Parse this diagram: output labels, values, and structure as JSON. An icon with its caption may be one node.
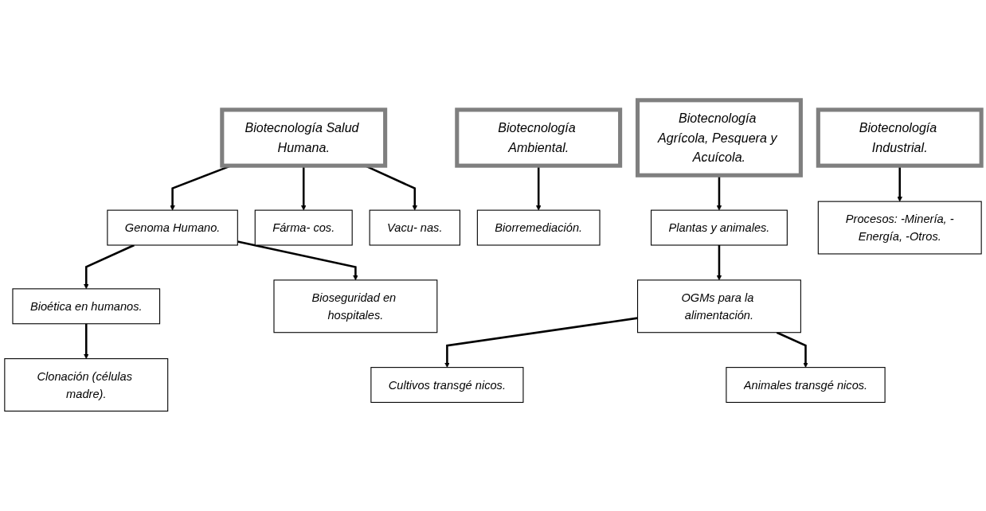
{
  "diagram": {
    "nodes": [
      {
        "text": [
          "Biotecnología Salud Humana."
        ]
      },
      {
        "text": [
          "Genoma Humano."
        ]
      },
      {
        "text": [
          "Fárma- cos."
        ]
      },
      {
        "text": [
          "Vacu- nas."
        ]
      },
      {
        "text": [
          "Biotecnología Ambiental."
        ]
      },
      {
        "text": [
          "Biorremediación."
        ]
      },
      {
        "text": [
          "Biotecnología Agrícola, Pesquera y Acuícola."
        ]
      },
      {
        "text": [
          "Plantas y animales."
        ]
      },
      {
        "text": [
          "Bioética en humanos."
        ]
      },
      {
        "text": [
          "Clonación (células madre)."
        ]
      },
      {
        "text": [
          "Bioseguridad en hospitales."
        ]
      },
      {
        "text": [
          "Biotecnología Industrial."
        ]
      },
      {
        "text": [
          "Procesos: -Minería, -Energía, -Otros."
        ]
      },
      {
        "text": [
          "OGMs para la alimentación."
        ]
      },
      {
        "text": [
          "Cultivos transgé nicos."
        ]
      },
      {
        "text": [
          "Animales transgé nicos."
        ]
      }
    ],
    "edges": [
      {
        "from": 0,
        "to": 1,
        "arrow": "to"
      },
      {
        "from": 0,
        "to": 2,
        "arrow": "to"
      },
      {
        "from": 0,
        "to": 3,
        "arrow": "to"
      },
      {
        "from": 4,
        "to": 5,
        "arrow": "to"
      },
      {
        "from": 6,
        "to": 7,
        "arrow": "to"
      },
      {
        "from": 1,
        "to": 8,
        "arrow": "to"
      },
      {
        "from": 1,
        "to": 10,
        "arrow": "to"
      },
      {
        "from": 8,
        "to": 9,
        "arrow": "to"
      },
      {
        "from": 11,
        "to": 12,
        "arrow": "to"
      },
      {
        "from": 7,
        "to": 13,
        "arrow": "to"
      },
      {
        "from": 13,
        "to": 14,
        "arrow": "to"
      },
      {
        "from": 13,
        "to": 15,
        "arrow": "to"
      }
    ]
  }
}
